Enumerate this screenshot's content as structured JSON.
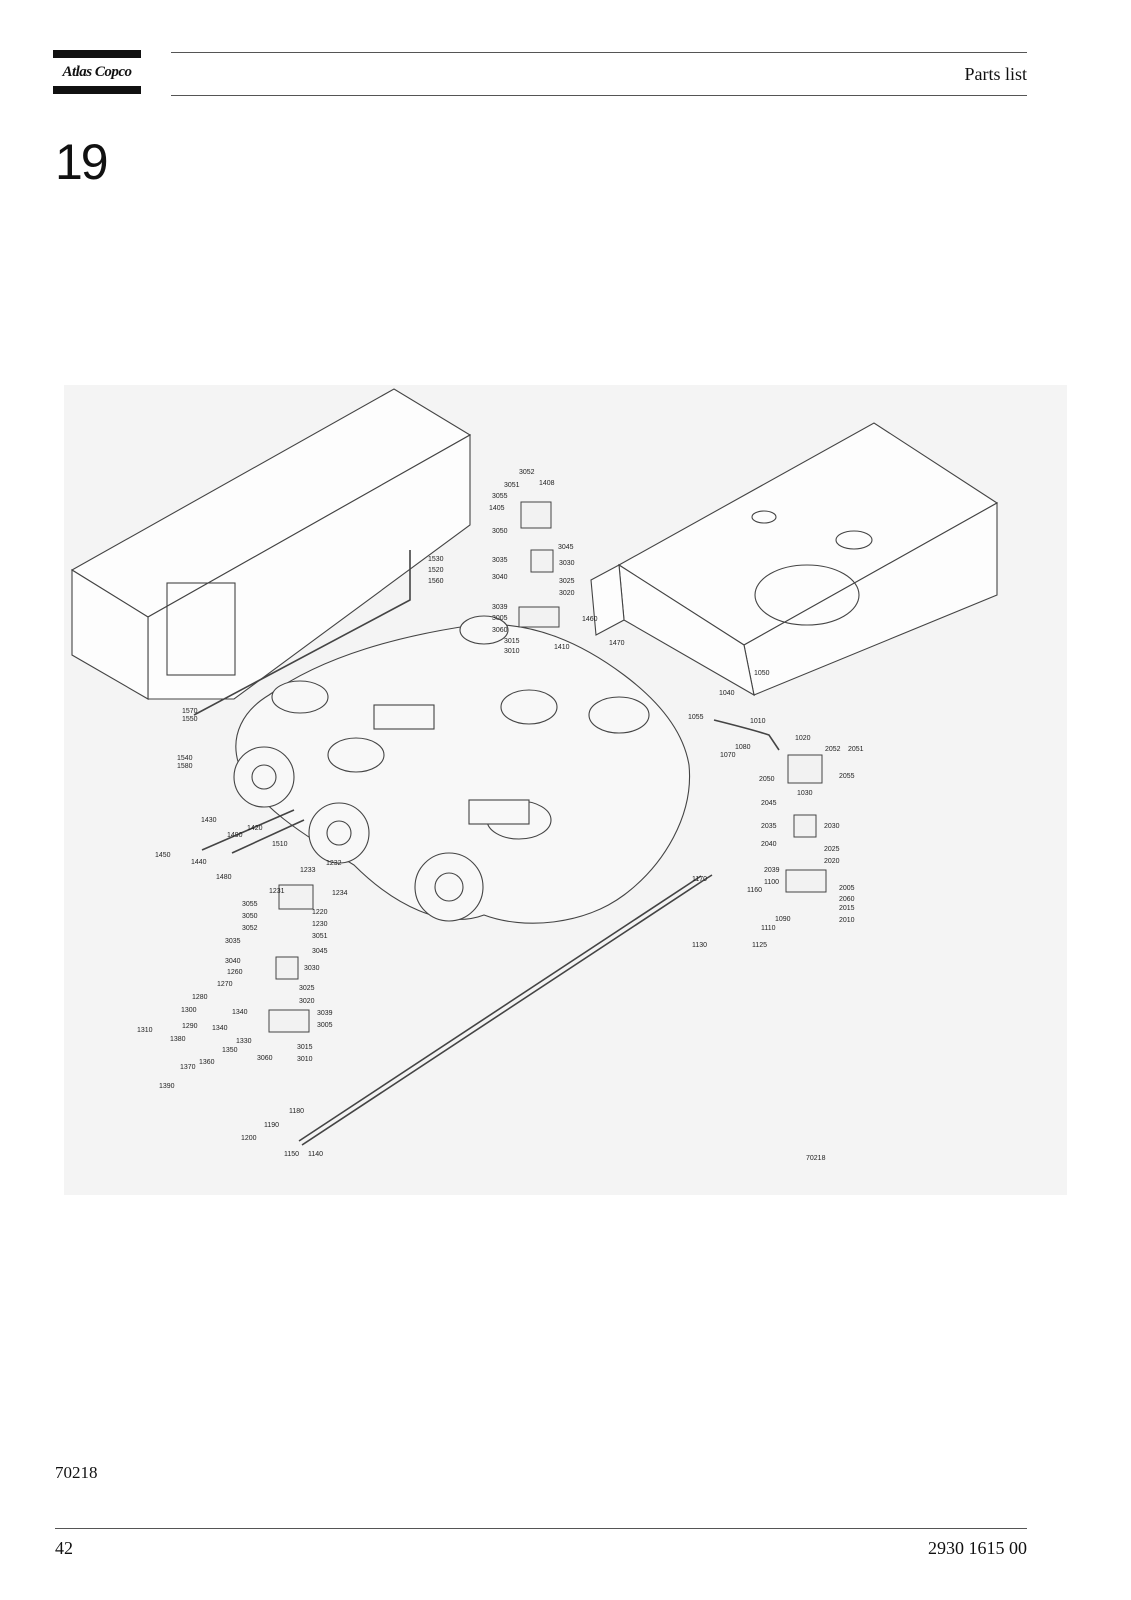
{
  "header": {
    "logo_text": "Atlas Copco",
    "title": "Parts list"
  },
  "section": {
    "number": "19"
  },
  "figure": {
    "drawing_number": "70218",
    "part_labels": [
      "3052",
      "1408",
      "3051",
      "3055",
      "1405",
      "3050",
      "3045",
      "3035",
      "3030",
      "3040",
      "3025",
      "3020",
      "3039",
      "3005",
      "3060",
      "3015",
      "3010",
      "1410",
      "1460",
      "1470",
      "1530",
      "1520",
      "1560",
      "1570",
      "1550",
      "1540",
      "1580",
      "1430",
      "1420",
      "1490",
      "1450",
      "1440",
      "1510",
      "1480",
      "1233",
      "1232",
      "1234",
      "1231",
      "3055",
      "1220",
      "3050",
      "1230",
      "3052",
      "3051",
      "3035",
      "3045",
      "3040",
      "1260",
      "3030",
      "1270",
      "3025",
      "1280",
      "3020",
      "1300",
      "1340",
      "3039",
      "1290",
      "1340",
      "3005",
      "1310",
      "1380",
      "1330",
      "1350",
      "3060",
      "3015",
      "1370",
      "1360",
      "3010",
      "1390",
      "1050",
      "1040",
      "1055",
      "1010",
      "1080",
      "1070",
      "1020",
      "2052",
      "2051",
      "2050",
      "1030",
      "2055",
      "2045",
      "2035",
      "2030",
      "2040",
      "2025",
      "2020",
      "2039",
      "1170",
      "1160",
      "1100",
      "2005",
      "2060",
      "2015",
      "1090",
      "2010",
      "1110",
      "1125",
      "1130",
      "1180",
      "1190",
      "1200",
      "1150",
      "1140"
    ]
  },
  "footer": {
    "caption": "70218",
    "page_number": "42",
    "document_number": "2930 1615 00"
  }
}
